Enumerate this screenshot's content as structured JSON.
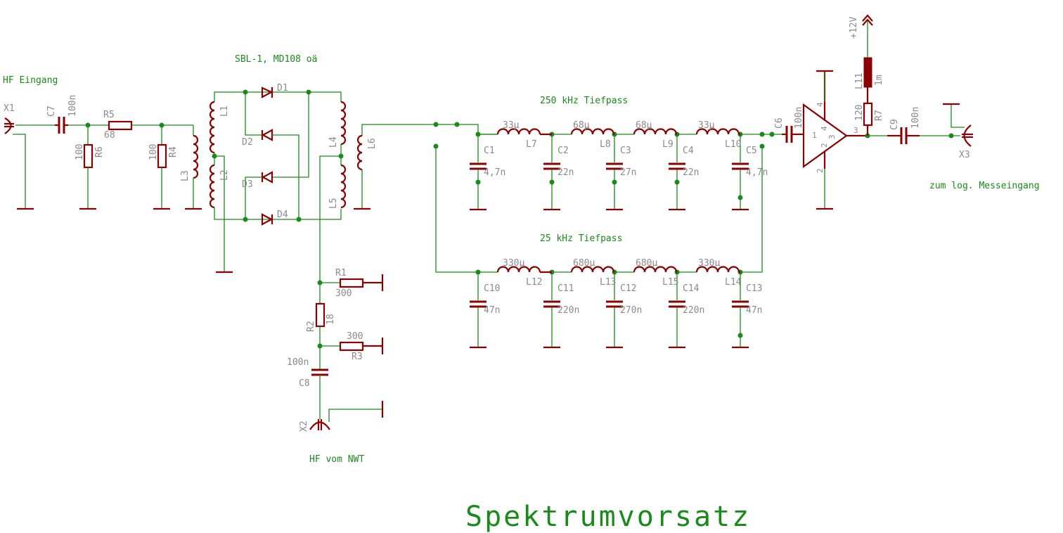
{
  "title": "Spektrumvorsatz",
  "notes": {
    "hf_input": "HF Eingang",
    "mixer": "SBL-1, MD108 oä",
    "lp250": "250 kHz Tiefpass",
    "lp25": "25 kHz Tiefpass",
    "hf_nwt": "HF vom NWT",
    "log_out": "zum log. Messeingang",
    "supply": "+12V"
  },
  "components": {
    "X1": {
      "name": "X1"
    },
    "X2": {
      "name": "X2"
    },
    "X3": {
      "name": "X3"
    },
    "C7": {
      "name": "C7",
      "value": "100n"
    },
    "R5": {
      "name": "R5",
      "value": "68"
    },
    "R6": {
      "name": "R6",
      "value": "100"
    },
    "R4": {
      "name": "R4",
      "value": "100"
    },
    "L1": {
      "name": "L1"
    },
    "L2": {
      "name": "L2"
    },
    "L3": {
      "name": "L3"
    },
    "L4": {
      "name": "L4"
    },
    "L5": {
      "name": "L5"
    },
    "L6": {
      "name": "L6"
    },
    "D1": {
      "name": "D1"
    },
    "D2": {
      "name": "D2"
    },
    "D3": {
      "name": "D3"
    },
    "D4": {
      "name": "D4"
    },
    "R1": {
      "name": "R1",
      "value": "300"
    },
    "R2": {
      "name": "R2",
      "value": "18"
    },
    "R3": {
      "name": "R3",
      "value": "300"
    },
    "C8": {
      "name": "C8",
      "value": "100n"
    },
    "L7": {
      "name": "L7",
      "value": "33µ"
    },
    "L8": {
      "name": "L8",
      "value": "68µ"
    },
    "L9": {
      "name": "L9",
      "value": "68µ"
    },
    "L10": {
      "name": "L10",
      "value": "33µ"
    },
    "C1": {
      "name": "C1",
      "value": "4,7n"
    },
    "C2": {
      "name": "C2",
      "value": "22n"
    },
    "C3": {
      "name": "C3",
      "value": "27n"
    },
    "C4": {
      "name": "C4",
      "value": "22n"
    },
    "C5": {
      "name": "C5",
      "value": "4,7n"
    },
    "L12": {
      "name": "L12",
      "value": "330µ"
    },
    "L13": {
      "name": "L13",
      "value": "680µ"
    },
    "L15": {
      "name": "L15",
      "value": "680µ"
    },
    "L14": {
      "name": "L14",
      "value": "330µ"
    },
    "C10": {
      "name": "C10",
      "value": "47n"
    },
    "C11": {
      "name": "C11",
      "value": "220n"
    },
    "C12": {
      "name": "C12",
      "value": "270n"
    },
    "C14": {
      "name": "C14",
      "value": "220n"
    },
    "C13": {
      "name": "C13",
      "value": "47n"
    },
    "C6": {
      "name": "C6",
      "value": "100n"
    },
    "C9": {
      "name": "C9",
      "value": "100n"
    },
    "R7": {
      "name": "R7",
      "value": "120"
    },
    "L11": {
      "name": "L11",
      "value": "1m"
    },
    "IC": {
      "pins": [
        "1",
        "2",
        "3",
        "4"
      ]
    }
  }
}
